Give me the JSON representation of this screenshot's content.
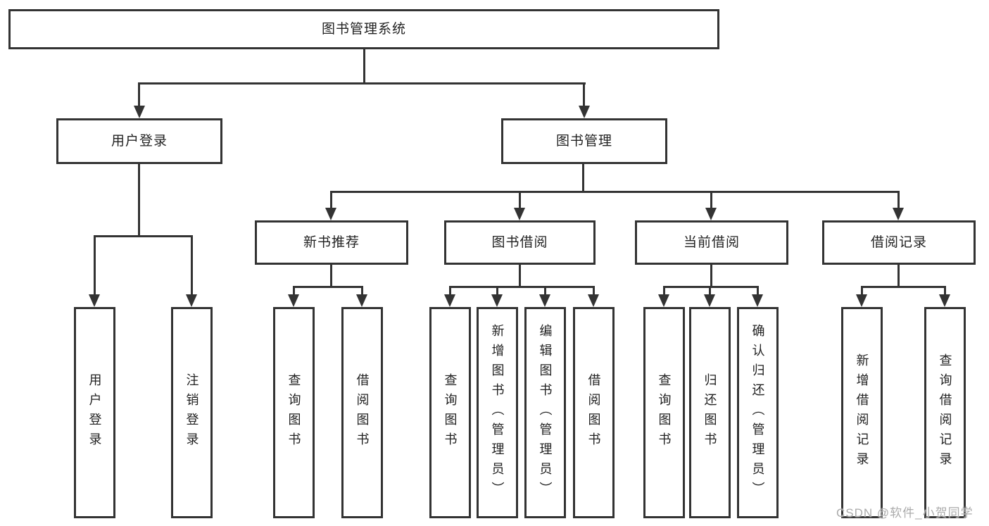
{
  "diagram": {
    "title": "图书管理系统",
    "tree": {
      "label": "图书管理系统",
      "children": [
        {
          "label": "用户登录",
          "children": [
            {
              "label": "用户登录"
            },
            {
              "label": "注销登录"
            }
          ]
        },
        {
          "label": "图书管理",
          "children": [
            {
              "label": "新书推荐",
              "children": [
                {
                  "label": "查询图书"
                },
                {
                  "label": "借阅图书"
                }
              ]
            },
            {
              "label": "图书借阅",
              "children": [
                {
                  "label": "查询图书"
                },
                {
                  "label": "新增图书（管理员）"
                },
                {
                  "label": "编辑图书（管理员）"
                },
                {
                  "label": "借阅图书"
                }
              ]
            },
            {
              "label": "当前借阅",
              "children": [
                {
                  "label": "查询图书"
                },
                {
                  "label": "归还图书"
                },
                {
                  "label": "确认归还（管理员）"
                }
              ]
            },
            {
              "label": "借阅记录",
              "children": [
                {
                  "label": "新增借阅记录"
                },
                {
                  "label": "查询借阅记录"
                }
              ]
            }
          ]
        }
      ]
    }
  },
  "watermark": {
    "text": "CSDN @软件_小贺同学"
  },
  "colors": {
    "line": "#333333",
    "box_border": "#333333",
    "text": "#222222",
    "background": "#ffffff",
    "watermark": "#ababab"
  }
}
